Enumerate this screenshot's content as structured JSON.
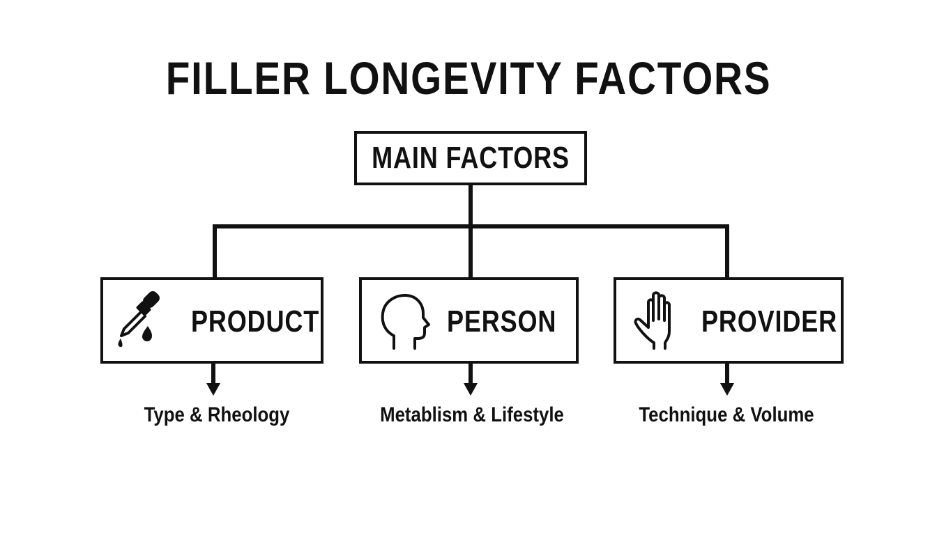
{
  "title": "FILLER LONGEVITY FACTORS",
  "root": {
    "label": "MAIN FACTORS"
  },
  "factors": [
    {
      "label": "PRODUCT",
      "icon": "dropper-icon",
      "sublabel": "Type & Rheology"
    },
    {
      "label": "PERSON",
      "icon": "head-profile-icon",
      "sublabel": "Metablism & Lifestyle"
    },
    {
      "label": "PROVIDER",
      "icon": "hand-icon",
      "sublabel": "Technique & Volume"
    }
  ],
  "colors": {
    "stroke": "#111111",
    "background": "#ffffff"
  }
}
